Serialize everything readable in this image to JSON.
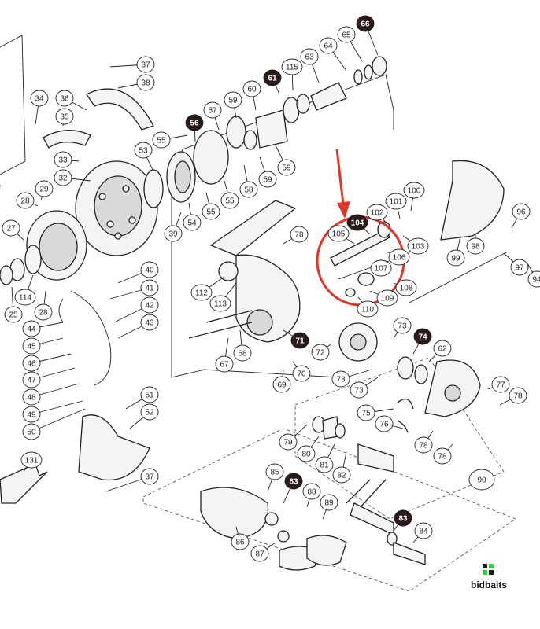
{
  "diagram": {
    "parts": [
      {
        "id": "p37a",
        "label": "37",
        "dark": false
      },
      {
        "id": "p38",
        "label": "38",
        "dark": false
      },
      {
        "id": "p34",
        "label": "34",
        "dark": false
      },
      {
        "id": "p36",
        "label": "36",
        "dark": false
      },
      {
        "id": "p35",
        "label": "35",
        "dark": false
      },
      {
        "id": "p33",
        "label": "33",
        "dark": false
      },
      {
        "id": "p32",
        "label": "32",
        "dark": false
      },
      {
        "id": "p29",
        "label": "29",
        "dark": false
      },
      {
        "id": "p28a",
        "label": "28",
        "dark": false
      },
      {
        "id": "p27",
        "label": "27",
        "dark": false
      },
      {
        "id": "p114",
        "label": "114",
        "dark": false
      },
      {
        "id": "p28b",
        "label": "28",
        "dark": false
      },
      {
        "id": "p25",
        "label": "25",
        "dark": false
      },
      {
        "id": "p44",
        "label": "44",
        "dark": false
      },
      {
        "id": "p45",
        "label": "45",
        "dark": false
      },
      {
        "id": "p46",
        "label": "46",
        "dark": false
      },
      {
        "id": "p47",
        "label": "47",
        "dark": false
      },
      {
        "id": "p48",
        "label": "48",
        "dark": false
      },
      {
        "id": "p49",
        "label": "49",
        "dark": false
      },
      {
        "id": "p50",
        "label": "50",
        "dark": false
      },
      {
        "id": "p40",
        "label": "40",
        "dark": false
      },
      {
        "id": "p41",
        "label": "41",
        "dark": false
      },
      {
        "id": "p42",
        "label": "42",
        "dark": false
      },
      {
        "id": "p43",
        "label": "43",
        "dark": false
      },
      {
        "id": "p51",
        "label": "51",
        "dark": false
      },
      {
        "id": "p52",
        "label": "52",
        "dark": false
      },
      {
        "id": "p37b",
        "label": "37",
        "dark": false
      },
      {
        "id": "p131",
        "label": "131",
        "dark": false
      },
      {
        "id": "p53",
        "label": "53",
        "dark": false
      },
      {
        "id": "p55a",
        "label": "55",
        "dark": false
      },
      {
        "id": "p56",
        "label": "56",
        "dark": true
      },
      {
        "id": "p57",
        "label": "57",
        "dark": false
      },
      {
        "id": "p59a",
        "label": "59",
        "dark": false
      },
      {
        "id": "p60",
        "label": "60",
        "dark": false
      },
      {
        "id": "p61",
        "label": "61",
        "dark": true
      },
      {
        "id": "p115",
        "label": "115",
        "dark": false
      },
      {
        "id": "p63",
        "label": "63",
        "dark": false
      },
      {
        "id": "p64",
        "label": "64",
        "dark": false
      },
      {
        "id": "p65",
        "label": "65",
        "dark": false
      },
      {
        "id": "p66",
        "label": "66",
        "dark": true
      },
      {
        "id": "p59b",
        "label": "59",
        "dark": false
      },
      {
        "id": "p59c",
        "label": "59",
        "dark": false
      },
      {
        "id": "p58",
        "label": "58",
        "dark": false
      },
      {
        "id": "p55b",
        "label": "55",
        "dark": false
      },
      {
        "id": "p55c",
        "label": "55",
        "dark": false
      },
      {
        "id": "p54",
        "label": "54",
        "dark": false
      },
      {
        "id": "p39",
        "label": "39",
        "dark": false
      },
      {
        "id": "p78a",
        "label": "78",
        "dark": false
      },
      {
        "id": "p104",
        "label": "104",
        "dark": true
      },
      {
        "id": "p105",
        "label": "105",
        "dark": false
      },
      {
        "id": "p106",
        "label": "106",
        "dark": false
      },
      {
        "id": "p107",
        "label": "107",
        "dark": false
      },
      {
        "id": "p108",
        "label": "108",
        "dark": false
      },
      {
        "id": "p109",
        "label": "109",
        "dark": false
      },
      {
        "id": "p110",
        "label": "110",
        "dark": false
      },
      {
        "id": "p112",
        "label": "112",
        "dark": false
      },
      {
        "id": "p113",
        "label": "113",
        "dark": false
      },
      {
        "id": "p102",
        "label": "102",
        "dark": false
      },
      {
        "id": "p101",
        "label": "101",
        "dark": false
      },
      {
        "id": "p100",
        "label": "100",
        "dark": false
      },
      {
        "id": "p103",
        "label": "103",
        "dark": false
      },
      {
        "id": "p99",
        "label": "99",
        "dark": false
      },
      {
        "id": "p98",
        "label": "98",
        "dark": false
      },
      {
        "id": "p96",
        "label": "96",
        "dark": false
      },
      {
        "id": "p97",
        "label": "97",
        "dark": false
      },
      {
        "id": "p94",
        "label": "94",
        "dark": false
      },
      {
        "id": "p71",
        "label": "71",
        "dark": true
      },
      {
        "id": "p72",
        "label": "72",
        "dark": false
      },
      {
        "id": "p67",
        "label": "67",
        "dark": false
      },
      {
        "id": "p68",
        "label": "68",
        "dark": false
      },
      {
        "id": "p69",
        "label": "69",
        "dark": false
      },
      {
        "id": "p70",
        "label": "70",
        "dark": false
      },
      {
        "id": "p73a",
        "label": "73",
        "dark": false
      },
      {
        "id": "p74",
        "label": "74",
        "dark": true
      },
      {
        "id": "p62",
        "label": "62",
        "dark": false
      },
      {
        "id": "p73b",
        "label": "73",
        "dark": false
      },
      {
        "id": "p73c",
        "label": "73",
        "dark": false
      },
      {
        "id": "p77",
        "label": "77",
        "dark": false
      },
      {
        "id": "p78b",
        "label": "78",
        "dark": false
      },
      {
        "id": "p75",
        "label": "75",
        "dark": false
      },
      {
        "id": "p76",
        "label": "76",
        "dark": false
      },
      {
        "id": "p78c",
        "label": "78",
        "dark": false
      },
      {
        "id": "p78d",
        "label": "78",
        "dark": false
      },
      {
        "id": "p79",
        "label": "79",
        "dark": false
      },
      {
        "id": "p80",
        "label": "80",
        "dark": false
      },
      {
        "id": "p81",
        "label": "81",
        "dark": false
      },
      {
        "id": "p82",
        "label": "82",
        "dark": false
      },
      {
        "id": "p90",
        "label": "90",
        "dark": false
      },
      {
        "id": "p85",
        "label": "85",
        "dark": false
      },
      {
        "id": "p83a",
        "label": "83",
        "dark": true
      },
      {
        "id": "p88",
        "label": "88",
        "dark": false
      },
      {
        "id": "p89",
        "label": "89",
        "dark": false
      },
      {
        "id": "p83b",
        "label": "83",
        "dark": true
      },
      {
        "id": "p84",
        "label": "84",
        "dark": false
      },
      {
        "id": "p86",
        "label": "86",
        "dark": false
      },
      {
        "id": "p87",
        "label": "87",
        "dark": false
      }
    ]
  },
  "highlight": {
    "color": "#e0352b"
  },
  "logo": {
    "text": "bidbaits",
    "color": "#1a1a1a",
    "accent": "#2ecc40"
  }
}
